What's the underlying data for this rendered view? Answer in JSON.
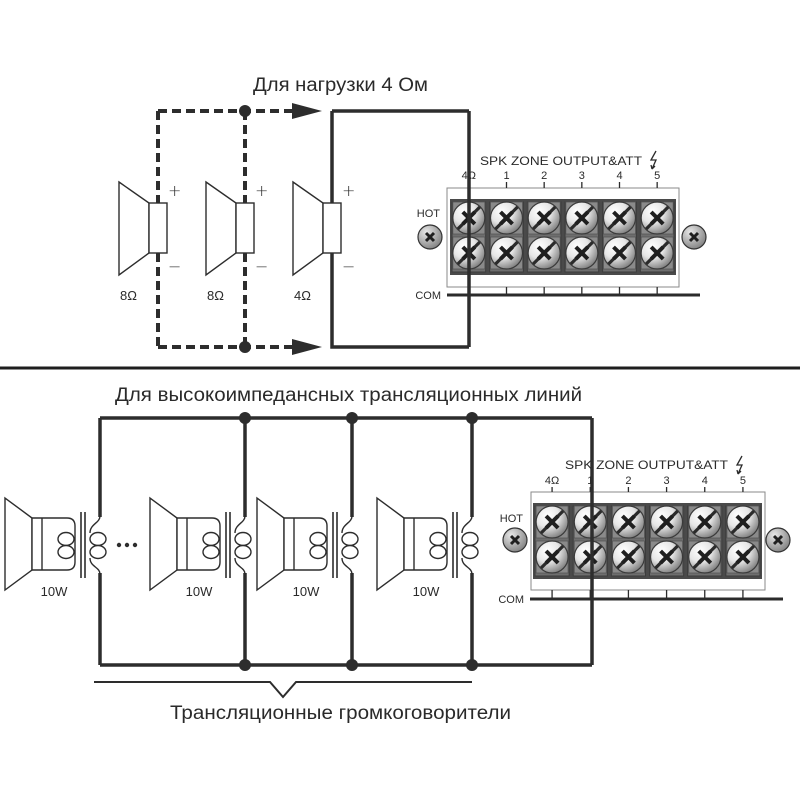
{
  "colors": {
    "line": "#2d2d2d",
    "terminal_block": "#4a4a4a",
    "terminal_cell": "#6e6e6e",
    "terminal_cell_inner": "#8a8a8a",
    "screw_light": "#f6f6f6",
    "screw_dark": "#7c7c7c"
  },
  "terminal": {
    "title": "SPK ZONE OUTPUT&ATT",
    "warning_icon": "lightning-bolt",
    "hot_label": "HOT",
    "com_label": "COM",
    "outputs": [
      "4Ω",
      "1",
      "2",
      "3",
      "4",
      "5"
    ]
  },
  "low_impedance": {
    "title": "Для нагрузки 4 Ом",
    "connected_output": "4Ω",
    "plus_sign": "+",
    "minus_sign": "−",
    "speakers": [
      {
        "impedance": "8Ω",
        "wiring": "dashed"
      },
      {
        "impedance": "8Ω",
        "wiring": "dashed"
      },
      {
        "impedance": "4Ω",
        "wiring": "solid"
      }
    ]
  },
  "high_impedance": {
    "title": "Для высокоимпедансных трансляционных линий",
    "connected_output": "1",
    "speakers": [
      {
        "power": "10W"
      },
      {
        "power": "10W"
      },
      {
        "power": "10W"
      },
      {
        "power": "10W"
      }
    ],
    "brace_label": "Трансляционные громкоговорители"
  }
}
